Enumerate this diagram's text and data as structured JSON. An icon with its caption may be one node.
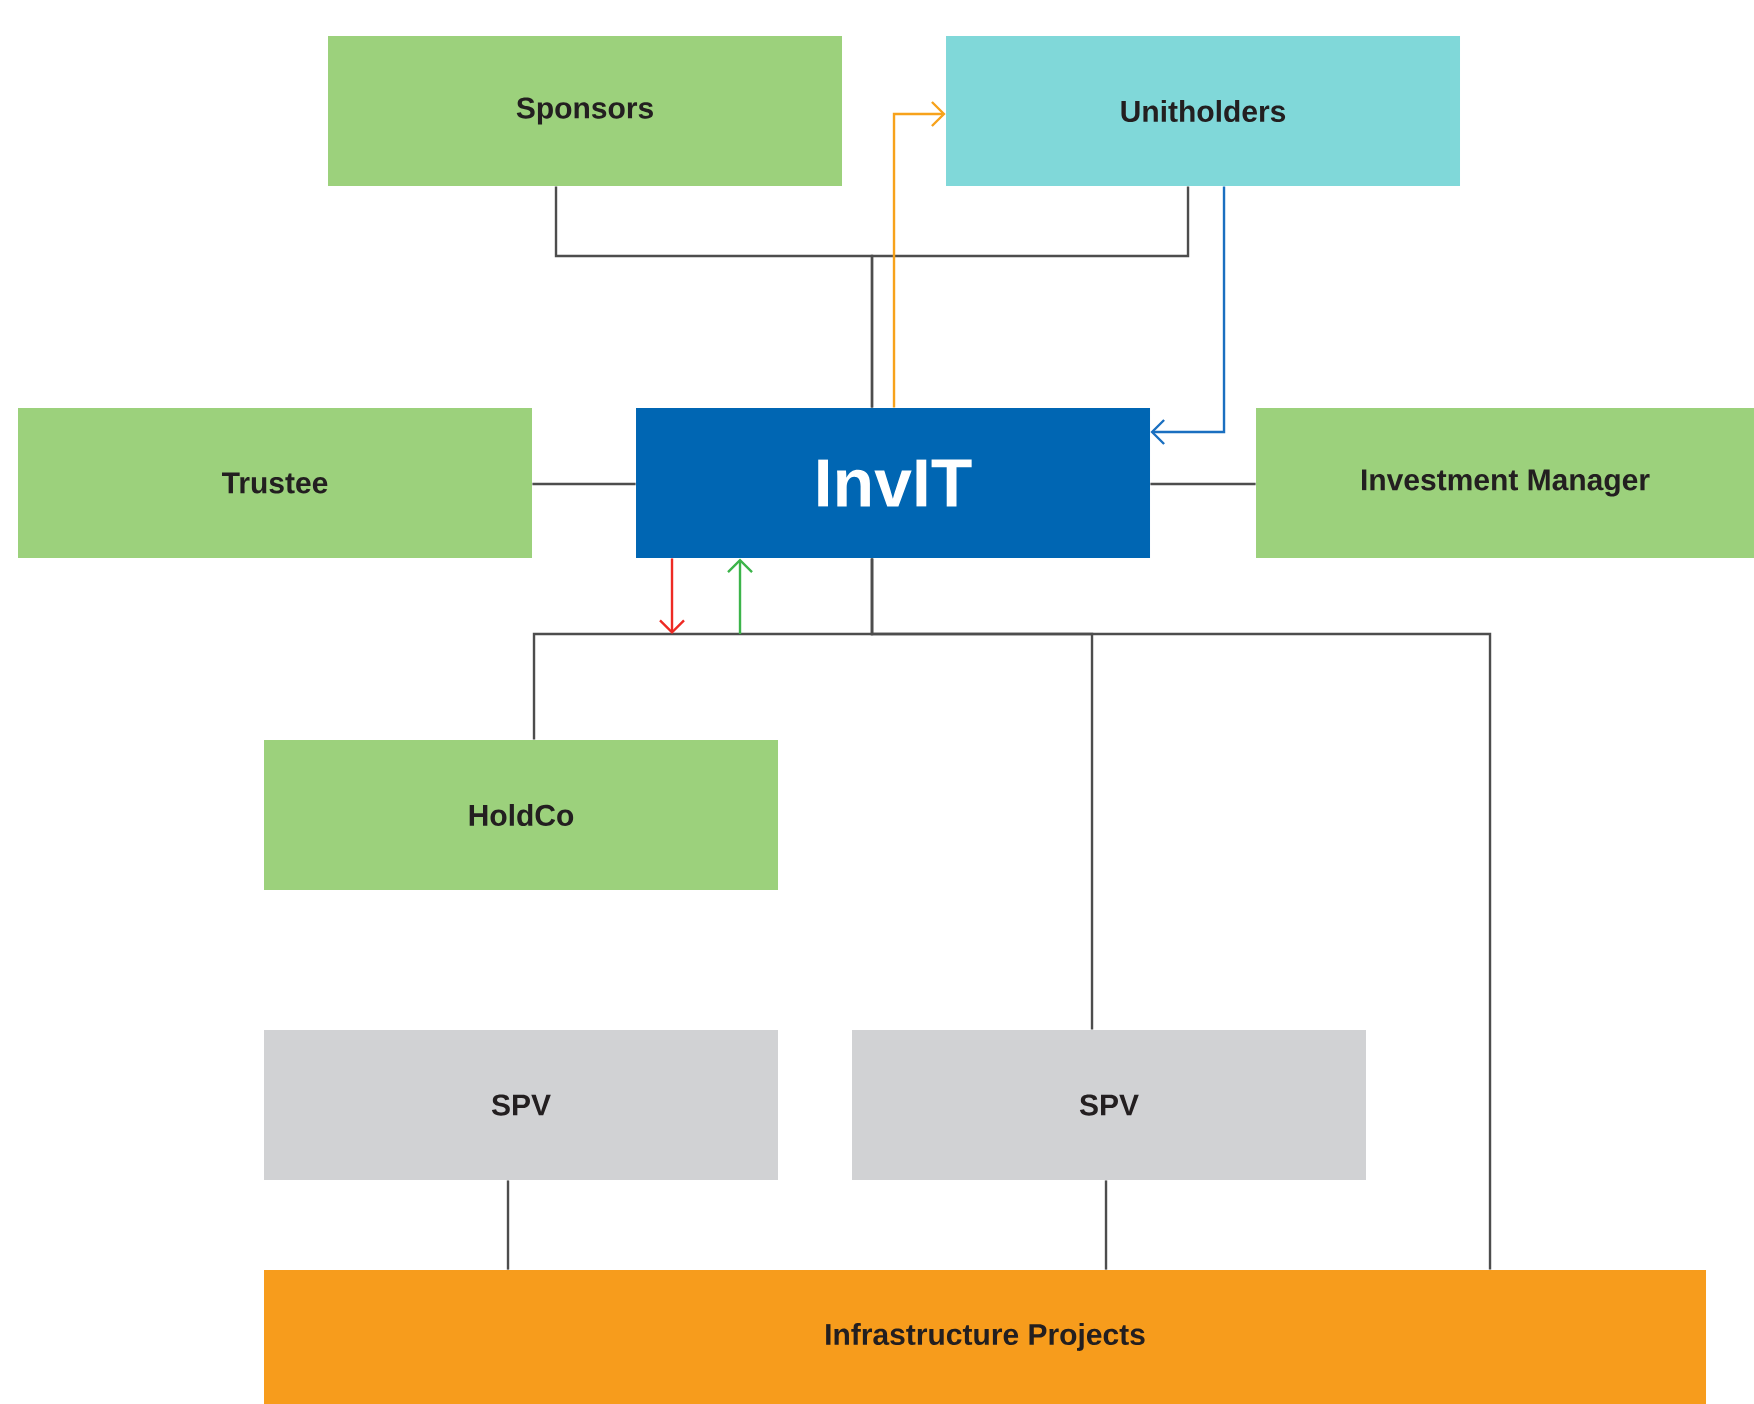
{
  "diagram": {
    "nodes": [
      {
        "text": [
          "Sponsors"
        ]
      },
      {
        "text": [
          "Unitholders"
        ]
      },
      {
        "text": [
          "InvIT"
        ]
      },
      {
        "text": [
          "Trustee"
        ]
      },
      {
        "text": [
          "Investment Manager"
        ]
      },
      {
        "text": [
          "HoldCo"
        ]
      },
      {
        "text": [
          "SPV"
        ]
      },
      {
        "text": [
          "SPV"
        ]
      },
      {
        "text": [
          "Infrastructure Projects"
        ]
      }
    ],
    "edges": [
      {
        "from": 0,
        "to": 2,
        "arrow": "none"
      },
      {
        "from": 1,
        "to": 2,
        "arrow": "none"
      },
      {
        "from": 2,
        "to": 1,
        "arrow": "to",
        "color": "#f7a21b"
      },
      {
        "from": 1,
        "to": 2,
        "arrow": "to",
        "color": "#1a6fc0"
      },
      {
        "from": 3,
        "to": 2,
        "arrow": "none"
      },
      {
        "from": 2,
        "to": 4,
        "arrow": "none"
      },
      {
        "from": 2,
        "to": 5,
        "arrow": "none"
      },
      {
        "from": 2,
        "to": 7,
        "arrow": "none"
      },
      {
        "from": 2,
        "to": 8,
        "arrow": "none"
      },
      {
        "from": 2,
        "to": null,
        "arrow": "to",
        "color": "#ee2a24"
      },
      {
        "from": null,
        "to": 2,
        "arrow": "to",
        "color": "#3cb44a"
      },
      {
        "from": 6,
        "to": 8,
        "arrow": "none"
      },
      {
        "from": 7,
        "to": 8,
        "arrow": "none"
      }
    ]
  }
}
